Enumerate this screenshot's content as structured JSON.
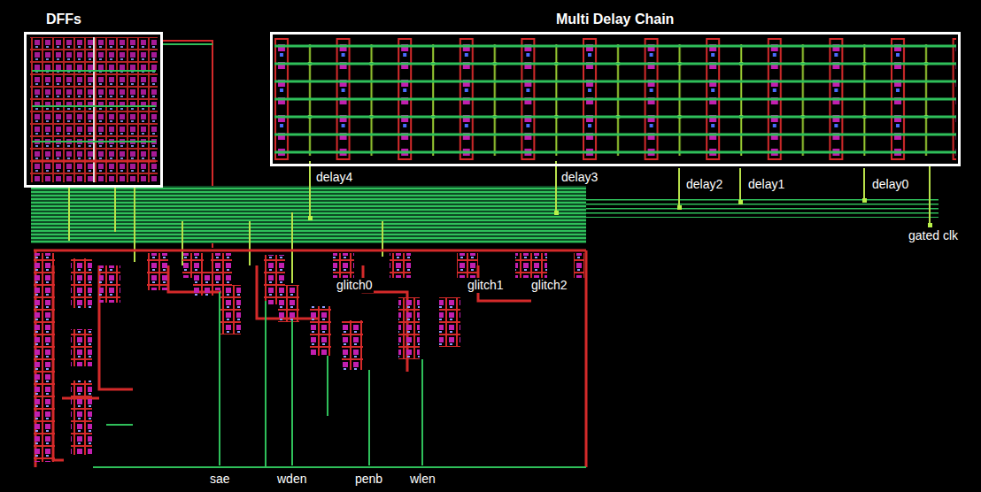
{
  "diagram": {
    "nodes": [
      {
        "text": [
          "DFFs"
        ]
      },
      {
        "text": [
          "Multi Delay Chain"
        ]
      }
    ],
    "labels": [
      "delay4",
      "delay3",
      "delay2",
      "delay1",
      "delay0",
      "gated clk",
      "glitch0",
      "glitch1",
      "glitch2",
      "sae",
      "wden",
      "penb",
      "wlen"
    ]
  }
}
